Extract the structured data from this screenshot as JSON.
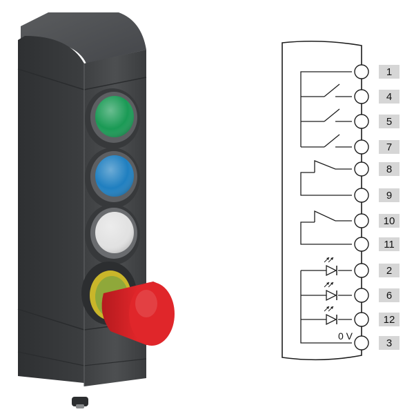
{
  "device": {
    "buttons": [
      {
        "name": "green-pushbutton",
        "color": "#1a9a55"
      },
      {
        "name": "blue-pushbutton",
        "color": "#1f7fc0"
      },
      {
        "name": "white-pushbutton",
        "color": "#e2e2e2"
      }
    ],
    "estop_color": "#e0262a",
    "housing_color": "#4a4c4e"
  },
  "wiring": {
    "terminals": [
      "1",
      "4",
      "5",
      "7",
      "8",
      "9",
      "10",
      "11",
      "2",
      "6",
      "12",
      "3"
    ],
    "ground_label": "0 V",
    "label_bg": "#d6d6d6"
  }
}
